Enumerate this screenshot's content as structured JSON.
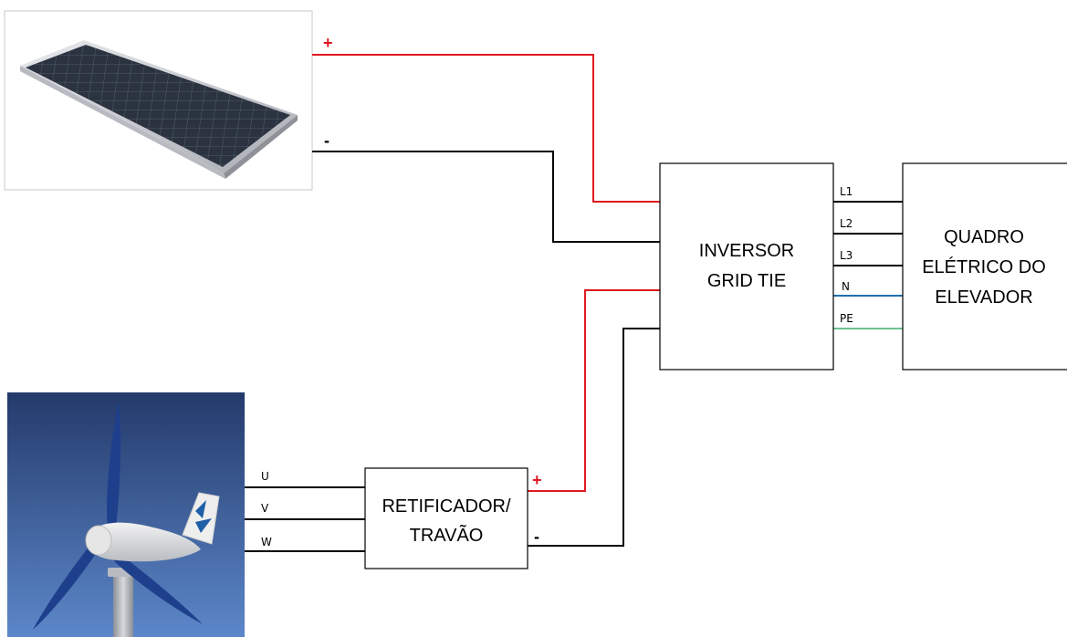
{
  "colors": {
    "positive": "#e0191f",
    "negative": "#000000",
    "neutral": "#1f6fb2",
    "earth": "#6cc48f",
    "box_stroke": "#000000",
    "sky_top": "#243a6b",
    "sky_bottom": "#5c87c9",
    "blade": "#1e3f8c"
  },
  "images": {
    "solar_panel": "solar-panel-photo",
    "wind_turbine": "wind-turbine-photo"
  },
  "solar": {
    "positive_label": "+",
    "negative_label": "-"
  },
  "inverter": {
    "line1": "INVERSOR",
    "line2": "GRID TIE",
    "outputs": [
      "L1",
      "L2",
      "L3",
      "N",
      "PE"
    ]
  },
  "panel": {
    "line1": "QUADRO",
    "line2": "ELÉTRICO DO",
    "line3": "ELEVADOR"
  },
  "rectifier": {
    "line1": "RETIFICADOR/",
    "line2": "TRAVÃO",
    "positive_label": "+",
    "negative_label": "-"
  },
  "turbine": {
    "phases": [
      "U",
      "V",
      "W"
    ]
  }
}
